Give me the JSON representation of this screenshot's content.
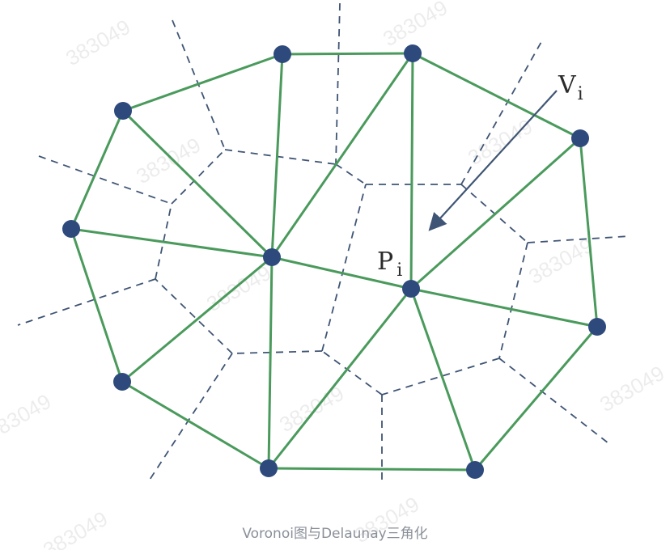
{
  "diagram": {
    "labels": {
      "vertex": {
        "base": "V",
        "sub": "i"
      },
      "point": {
        "base": "P",
        "sub": "i"
      }
    },
    "caption": "Voronoi图与Delaunay三角化",
    "watermark_text": "383049",
    "colors": {
      "triangulation_edge": "#4a9a5c",
      "voronoi_edge": "#3f5575",
      "site": "#2e4a7d",
      "arrow": "#3f5575",
      "caption": "#8a8f98"
    }
  }
}
